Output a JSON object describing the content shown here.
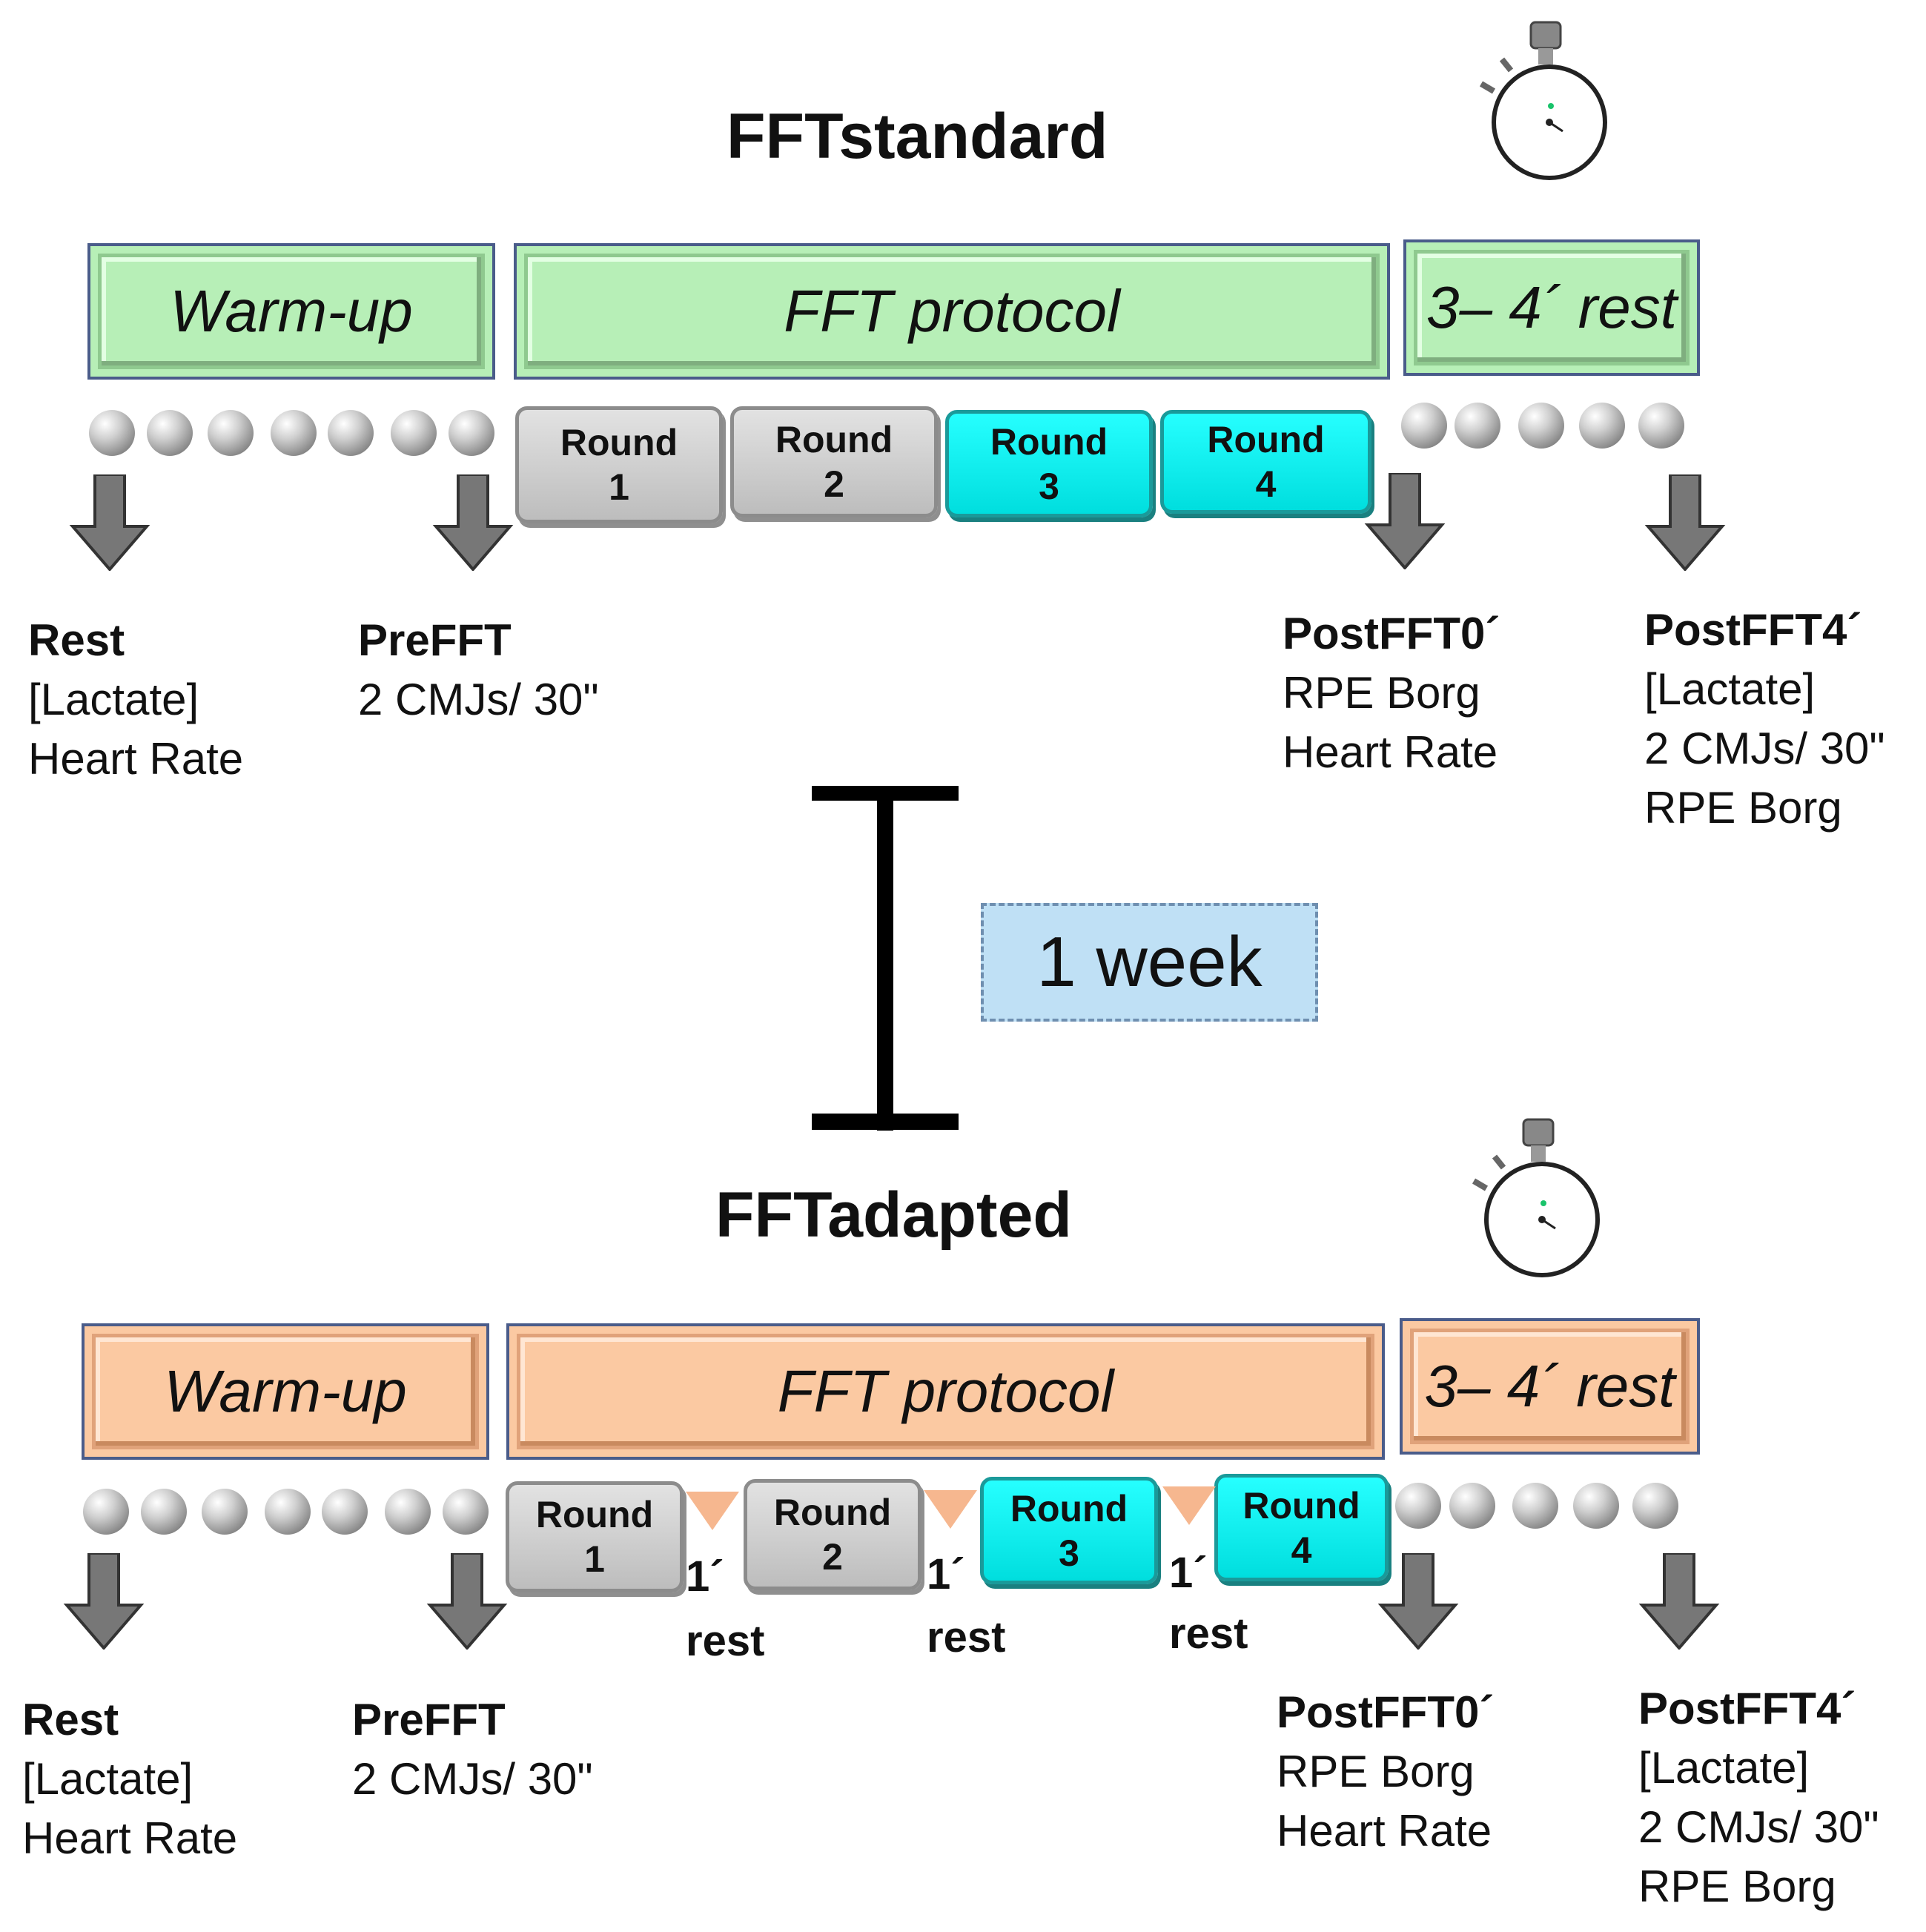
{
  "top": {
    "title": "FFTstandard",
    "warmup": "Warm-up",
    "protocol": "FFT protocol",
    "rest": "3– 4´ rest",
    "rounds": [
      {
        "line1": "Round",
        "line2": "1"
      },
      {
        "line1": "Round",
        "line2": "2"
      },
      {
        "line1": "Round",
        "line2": "3"
      },
      {
        "line1": "Round",
        "line2": "4"
      }
    ],
    "measures": {
      "rest": {
        "heading": "Rest",
        "l1": "[Lactate]",
        "l2": "Heart Rate"
      },
      "pre": {
        "heading": "PreFFT",
        "l1": "2 CMJs/ 30\""
      },
      "post0": {
        "heading": "PostFFT0´",
        "l1": "RPE Borg",
        "l2": "Heart Rate"
      },
      "post4": {
        "heading": "PostFFT4´",
        "l1": "[Lactate]",
        "l2": "2 CMJs/ 30\"",
        "l3": "RPE Borg"
      }
    }
  },
  "interval": "1 week",
  "bottom": {
    "title": "FFTadapted",
    "warmup": "Warm-up",
    "protocol": "FFT protocol",
    "rest": "3– 4´ rest",
    "rounds": [
      {
        "line1": "Round",
        "line2": "1"
      },
      {
        "line1": "Round",
        "line2": "2"
      },
      {
        "line1": "Round",
        "line2": "3"
      },
      {
        "line1": "Round",
        "line2": "4"
      }
    ],
    "between_rest": {
      "time": "1´",
      "word": "rest"
    },
    "measures": {
      "rest": {
        "heading": "Rest",
        "l1": "[Lactate]",
        "l2": "Heart Rate"
      },
      "pre": {
        "heading": "PreFFT",
        "l1": "2 CMJs/ 30\""
      },
      "post0": {
        "heading": "PostFFT0´",
        "l1": "RPE Borg",
        "l2": "Heart Rate"
      },
      "post4": {
        "heading": "PostFFT4´",
        "l1": "[Lactate]",
        "l2": "2 CMJs/ 30\"",
        "l3": "RPE Borg"
      }
    }
  },
  "colors": {
    "standard_phase": "#b7efb7",
    "adapted_phase": "#fbc9a2",
    "round_gray": "#c8c8c8",
    "round_cyan": "#00f0f0",
    "week_box": "#bfe0f5"
  },
  "icons": [
    "stopwatch-icon",
    "down-arrow-icon",
    "ball-icon",
    "bracket-icon"
  ]
}
